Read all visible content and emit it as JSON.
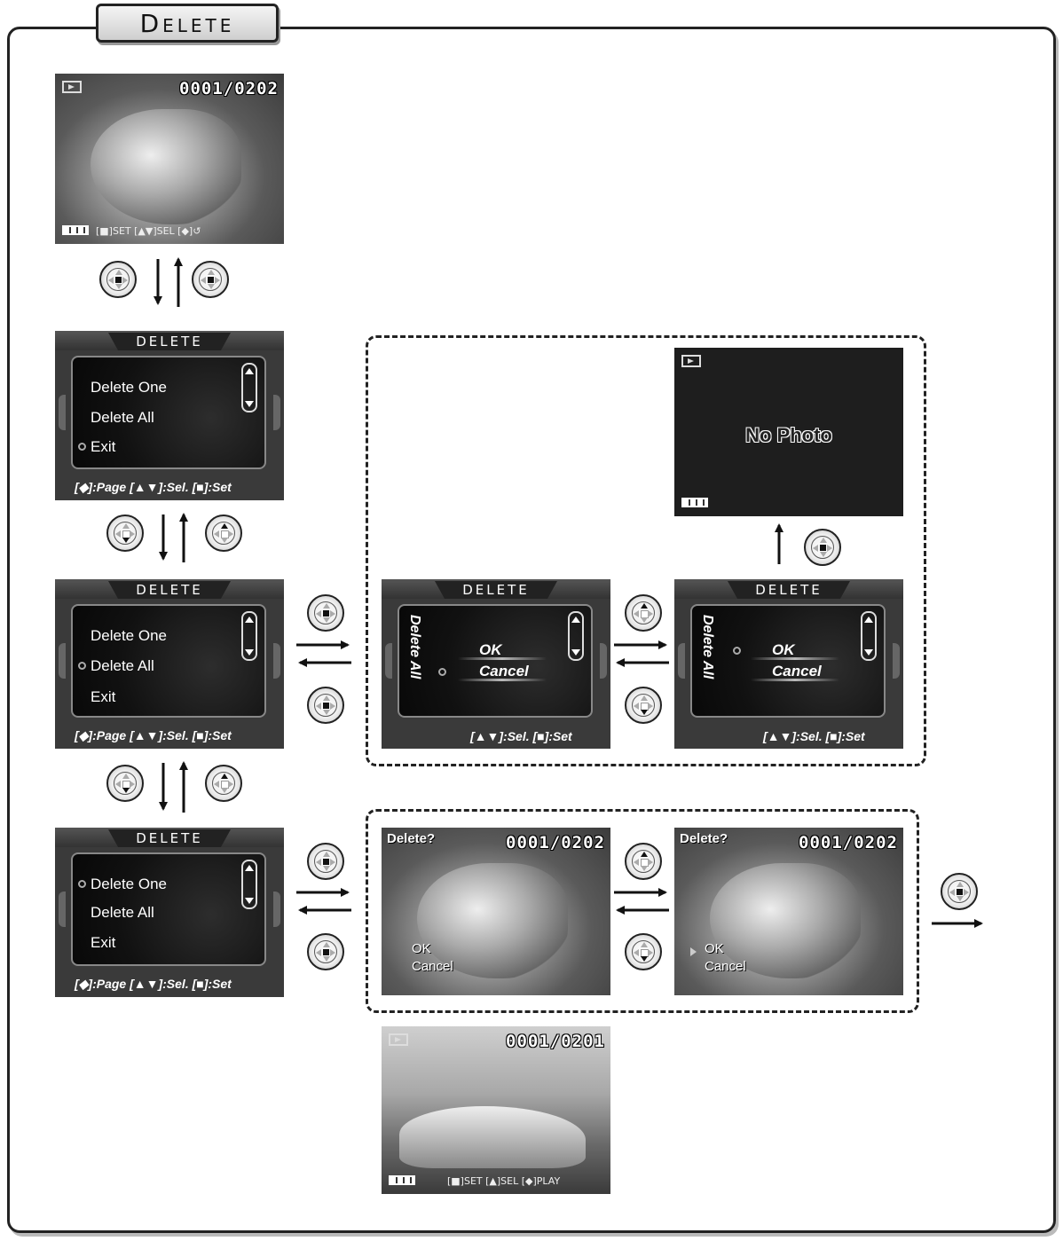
{
  "title": "Delete",
  "counter_before": "0001/0202",
  "counter_after": "0001/0201",
  "menu": {
    "title": "DELETE",
    "items": [
      "Delete One",
      "Delete All",
      "Exit"
    ],
    "footer": "[◆]:Page  [▲▼]:Sel.  [■]:Set"
  },
  "confirm": {
    "title": "DELETE",
    "vertical_label": "Delete All",
    "ok": "OK",
    "cancel": "Cancel",
    "footer": "[▲▼]:Sel.  [■]:Set"
  },
  "no_photo": "No Photo",
  "delete_question": "Delete?",
  "photo_ok": "OK",
  "photo_cancel": "Cancel",
  "hint_play": "[■]SET [▲▼]SEL [◆]↺",
  "hint_car": "[■]SET [▲]SEL [◆]PLAY"
}
